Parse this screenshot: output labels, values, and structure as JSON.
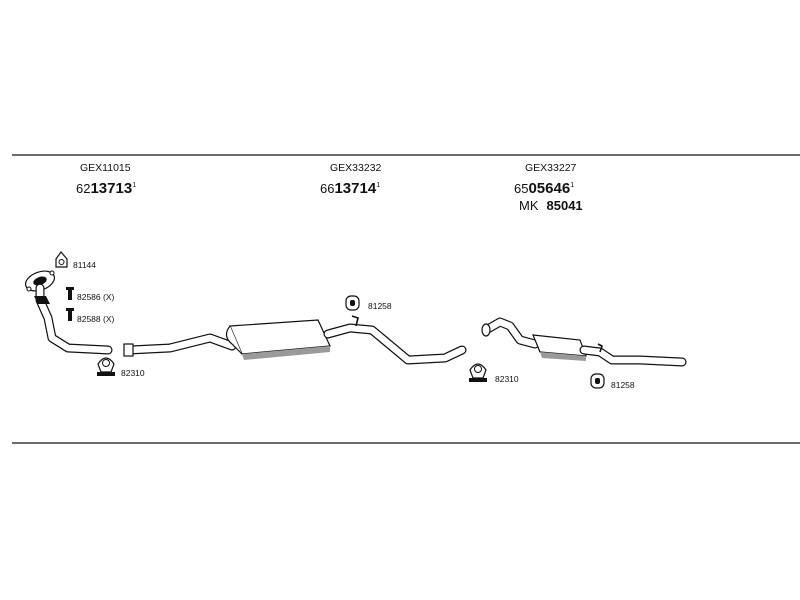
{
  "groups": [
    {
      "ref": "GEX11015",
      "prefix": "62",
      "number": "13713",
      "sup": "1"
    },
    {
      "ref": "GEX33232",
      "prefix": "66",
      "number": "13714",
      "sup": "1"
    },
    {
      "ref": "GEX33227",
      "prefix": "65",
      "number": "05646",
      "sup": "1",
      "extra_prefix": "MK",
      "extra_number": "85041"
    }
  ],
  "accessories": {
    "gasket_front": "81144",
    "bolt_1": "82586 (X)",
    "bolt_2": "82588 (X)",
    "clamp_left": "82310",
    "hanger_mid": "81258",
    "clamp_right": "82310",
    "hanger_rear": "81258"
  }
}
